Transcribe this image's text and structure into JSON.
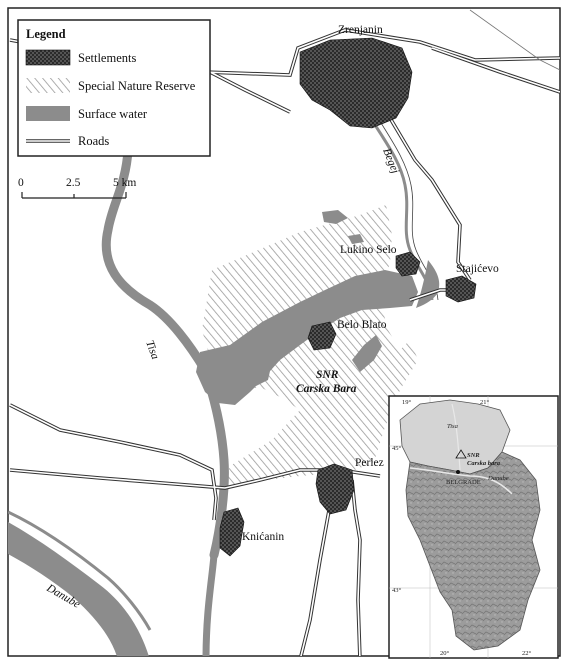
{
  "legend": {
    "title": "Legend",
    "items": [
      {
        "label": "Settlements",
        "swatch": "settlement"
      },
      {
        "label": "Special Nature Reserve",
        "swatch": "hatch"
      },
      {
        "label": "Surface water",
        "swatch": "water"
      },
      {
        "label": "Roads",
        "swatch": "road"
      }
    ]
  },
  "scale_bar": {
    "ticks": [
      "0",
      "2.5",
      "5 km"
    ]
  },
  "places": {
    "zrenjanin": "Zrenjanin",
    "begej": "Begej",
    "lukino_selo": "Lukino Selo",
    "stajicevo": "Stajićevo",
    "belo_blato": "Belo Blato",
    "snr_line1": "SNR",
    "snr_line2": "Carska Bara",
    "tisa": "Tisa",
    "perlez": "Perlez",
    "knicanin": "Knićanin",
    "danube": "Danube"
  },
  "inset": {
    "grid_top": [
      "19°",
      "21°"
    ],
    "grid_left": [
      "45°",
      "43°"
    ],
    "grid_bottom": [
      "20°",
      "22°"
    ],
    "snr_line1": "SNR",
    "snr_line2": "Carska bara",
    "belgrade": "BELGRADE",
    "river_tisa": "Tisa",
    "river_danube": "Danube"
  },
  "colors": {
    "settlement": "#2e2e2e",
    "water": "#8c8c8c",
    "road": "#333333",
    "hatch": "#9a9a9a"
  }
}
